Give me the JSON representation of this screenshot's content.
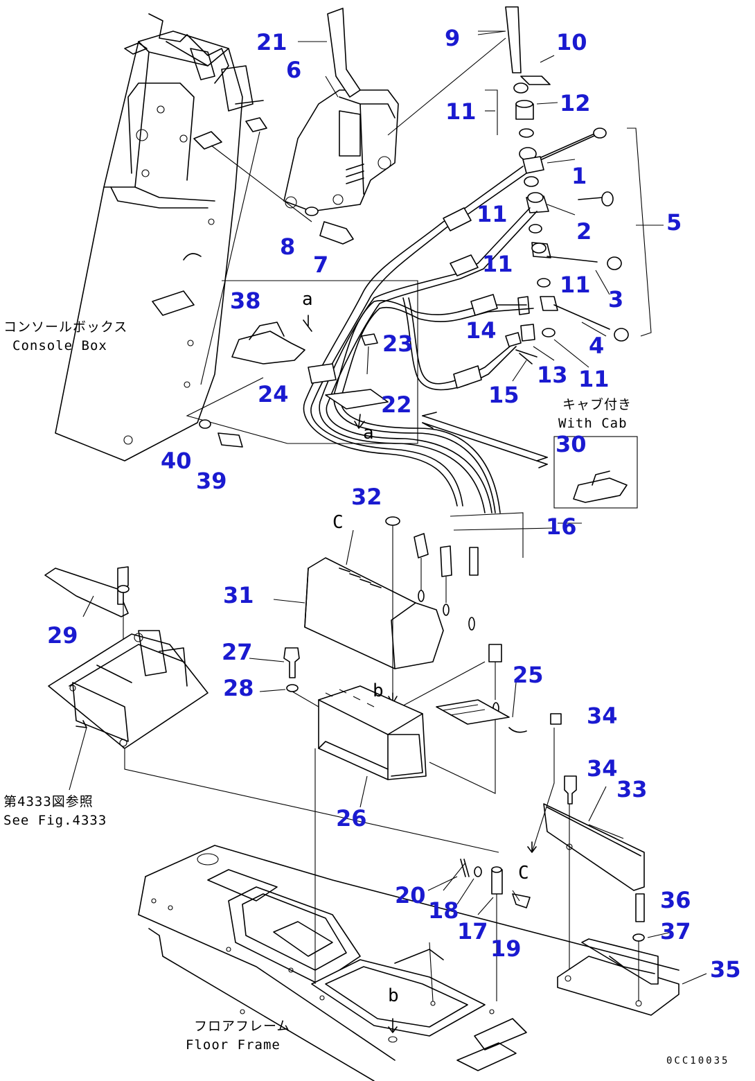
{
  "part_numbers": [
    "1",
    "2",
    "3",
    "4",
    "5",
    "6",
    "7",
    "8",
    "9",
    "10",
    "11",
    "12",
    "13",
    "14",
    "15",
    "16",
    "17",
    "18",
    "19",
    "20",
    "21",
    "22",
    "23",
    "24",
    "25",
    "26",
    "27",
    "28",
    "29",
    "30",
    "31",
    "32",
    "33",
    "34",
    "35",
    "36",
    "37",
    "38",
    "39",
    "40"
  ],
  "notes": {
    "console_box_jp": "コンソールボックス",
    "console_box_en": "Console Box",
    "with_cab_jp": "キャブ付き",
    "with_cab_en": "With Cab",
    "see_fig_jp": "第4333図参照",
    "see_fig_en": "See Fig.4333",
    "floor_frame_jp": "フロアフレーム",
    "floor_frame_en": "Floor Frame"
  },
  "reference_letters": {
    "a": "a",
    "b": "b",
    "c": "C"
  },
  "drawing_code": "0CC10035",
  "colors": {
    "callout": "#1a1ad0",
    "line": "#000000"
  }
}
